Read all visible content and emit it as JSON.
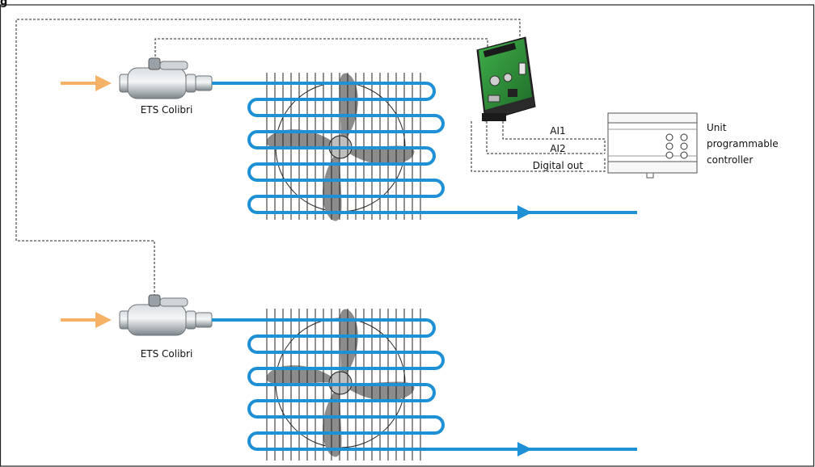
{
  "figure": {
    "title_fragment": "g"
  },
  "valves": [
    {
      "label": "ETS Colibri"
    },
    {
      "label": "ETS Colibri"
    }
  ],
  "controller": {
    "label_lines": [
      "Unit",
      "programmable",
      "controller"
    ]
  },
  "signals": {
    "ai1": "AI1",
    "ai2": "AI2",
    "digital_out": "Digital out"
  },
  "colors": {
    "refrigerant_in": "#f5b267",
    "refrigerant_pipe": "#1e90d6",
    "fan": "#8c8c8c",
    "board": "#2f8f3a",
    "frame": "#222222"
  }
}
